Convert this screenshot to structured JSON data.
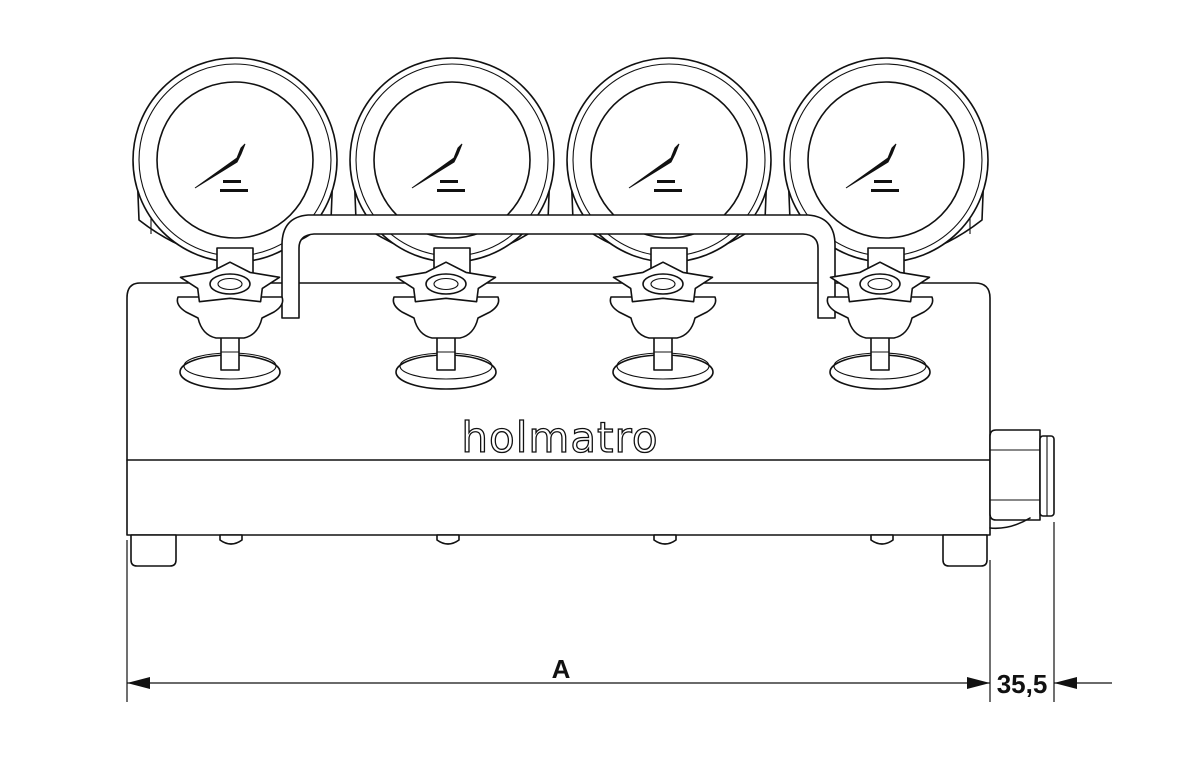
{
  "diagram": {
    "brand_text": "holmatro",
    "dimension_width_label": "A",
    "dimension_offset_label": "35,5",
    "gauge_count": 4,
    "gauge_dial_text": [
      "",
      "",
      "",
      ""
    ]
  },
  "colors": {
    "line": "#111111",
    "background": "#ffffff"
  }
}
